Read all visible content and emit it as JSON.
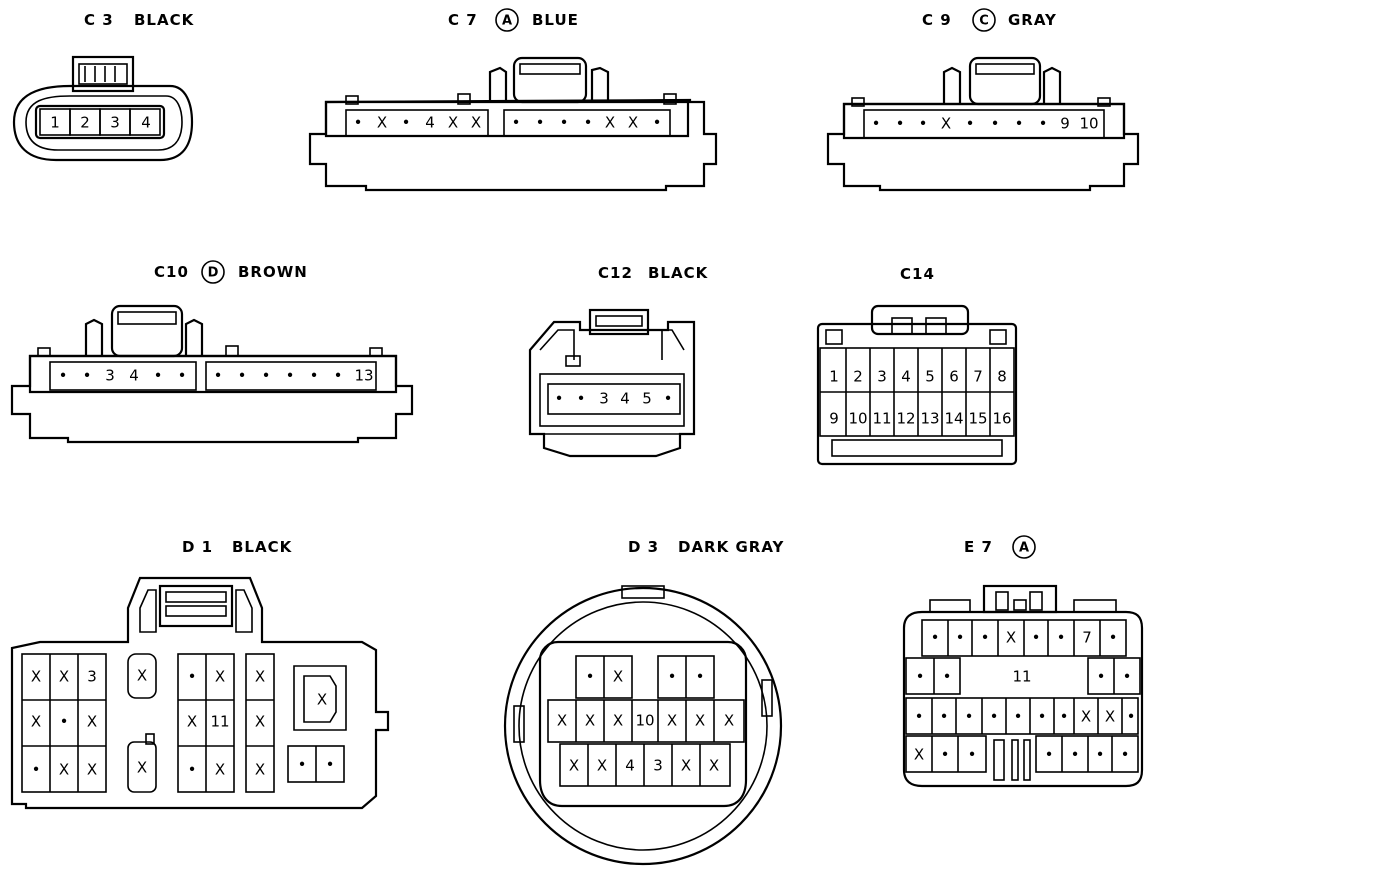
{
  "connectors": {
    "c3": {
      "code": "C 3",
      "letter": "",
      "color": "BLACK",
      "pins": [
        "1",
        "2",
        "3",
        "4"
      ]
    },
    "c7": {
      "code": "C 7",
      "letter": "A",
      "color": "BLUE",
      "pins_left": [
        "•",
        "X",
        "•",
        "4",
        "X",
        "X"
      ],
      "pins_right": [
        "•",
        "•",
        "•",
        "•",
        "X",
        "X",
        "•"
      ]
    },
    "c9": {
      "code": "C 9",
      "letter": "C",
      "color": "GRAY",
      "pins": [
        "•",
        "•",
        "•",
        "X",
        "•",
        "•",
        "•",
        "•",
        "9",
        "10"
      ]
    },
    "c10": {
      "code": "C10",
      "letter": "D",
      "color": "BROWN",
      "pins_left": [
        "•",
        "•",
        "3",
        "4",
        "•",
        "•"
      ],
      "pins_right": [
        "•",
        "•",
        "•",
        "•",
        "•",
        "•",
        "13"
      ]
    },
    "c12": {
      "code": "C12",
      "letter": "",
      "color": "BLACK",
      "pins": [
        "•",
        "•",
        "3",
        "4",
        "5",
        "•"
      ]
    },
    "c14": {
      "code": "C14",
      "letter": "",
      "color": "",
      "row1": [
        "1",
        "2",
        "3",
        "4",
        "5",
        "6",
        "7",
        "8"
      ],
      "row2": [
        "9",
        "10",
        "11",
        "12",
        "13",
        "14",
        "15",
        "16"
      ]
    },
    "d1": {
      "code": "D 1",
      "letter": "",
      "color": "BLACK",
      "blockA": [
        [
          "X",
          "X",
          "3"
        ],
        [
          "X",
          "•",
          "X"
        ],
        [
          "•",
          "X",
          "X"
        ]
      ],
      "blockB": [
        "X",
        "X"
      ],
      "blockC": [
        [
          "•",
          "X"
        ],
        [
          "X",
          "11"
        ],
        [
          "•",
          "X"
        ]
      ],
      "blockD": [
        "X",
        "X",
        "X"
      ],
      "blockE": [
        "X"
      ],
      "blockF": [
        "•",
        "•"
      ]
    },
    "d3": {
      "code": "D 3",
      "letter": "",
      "color": "DARK GRAY",
      "top_left": [
        "•",
        "X"
      ],
      "top_right": [
        "•",
        "•"
      ],
      "middle": [
        "X",
        "X",
        "X",
        "10",
        "X",
        "X",
        "X"
      ],
      "bottom": [
        "X",
        "X",
        "4",
        "3",
        "X",
        "X"
      ]
    },
    "e7": {
      "code": "E 7",
      "letter": "A",
      "color": "",
      "row1": [
        "•",
        "•",
        "•",
        "X",
        "•",
        "•",
        "7",
        "•"
      ],
      "row2_left": [
        "•",
        "•"
      ],
      "row2_mid": "11",
      "row2_right": [
        "•",
        "•"
      ],
      "row3": [
        "•",
        "•",
        "•",
        "•",
        "•",
        "•",
        "•",
        "X",
        "X",
        "•"
      ],
      "row4_left": [
        "X",
        "•",
        "•"
      ],
      "row4_right": [
        "•",
        "•",
        "•",
        "•"
      ]
    }
  }
}
